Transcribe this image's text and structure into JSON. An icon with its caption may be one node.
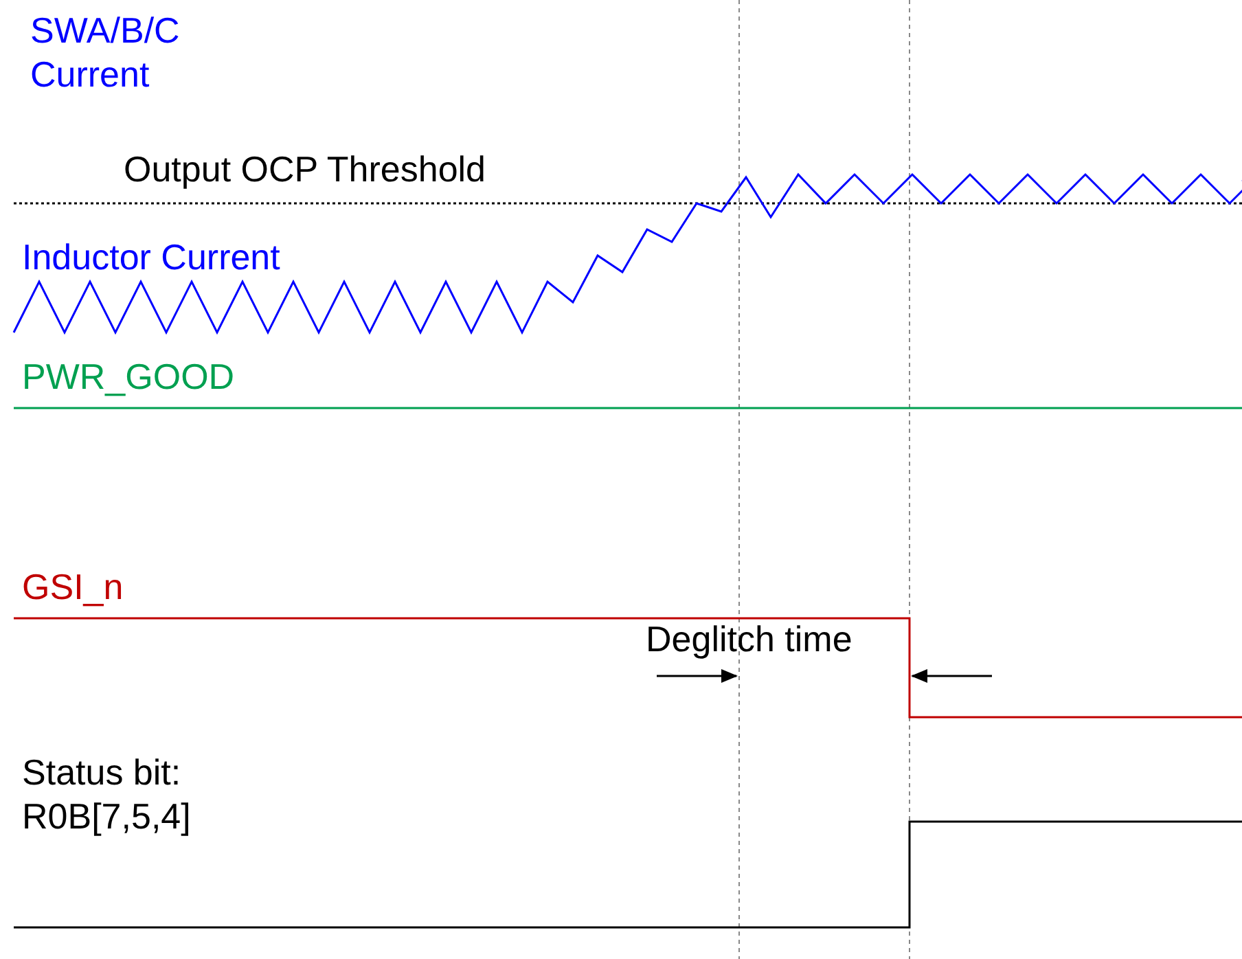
{
  "diagram": {
    "labels": [
      "SWA/B/C Current",
      "Output OCP Threshold",
      "Inductor Current",
      "PWR_GOOD",
      "GSI_n",
      "Deglitch time",
      "Status bit: R0B[7,5,4]"
    ]
  }
}
